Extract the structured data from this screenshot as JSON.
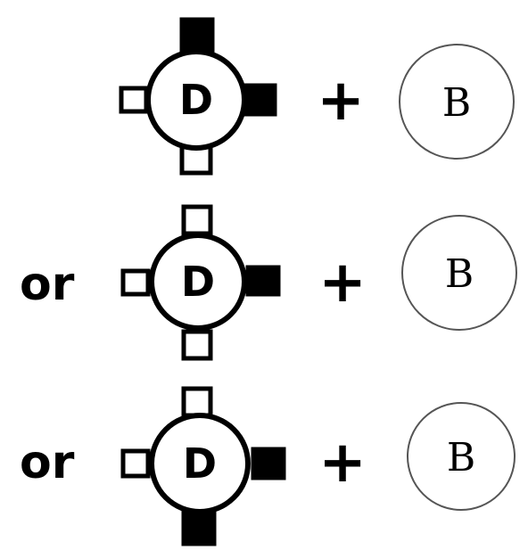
{
  "rows": [
    {
      "connector": "",
      "d_label": "D",
      "plus": "+",
      "b_label": "B",
      "ports": {
        "top": "filled",
        "right": "filled",
        "bottom": "open",
        "left": "open"
      }
    },
    {
      "connector": "or",
      "d_label": "D",
      "plus": "+",
      "b_label": "B",
      "ports": {
        "top": "open",
        "right": "filled",
        "bottom": "open",
        "left": "open"
      }
    },
    {
      "connector": "or",
      "d_label": "D",
      "plus": "+",
      "b_label": "B",
      "ports": {
        "top": "open",
        "right": "filled",
        "bottom": "filled",
        "left": "open"
      }
    }
  ],
  "colors": {
    "ink": "#000000",
    "paper": "#ffffff",
    "b_outline": "#555555"
  }
}
